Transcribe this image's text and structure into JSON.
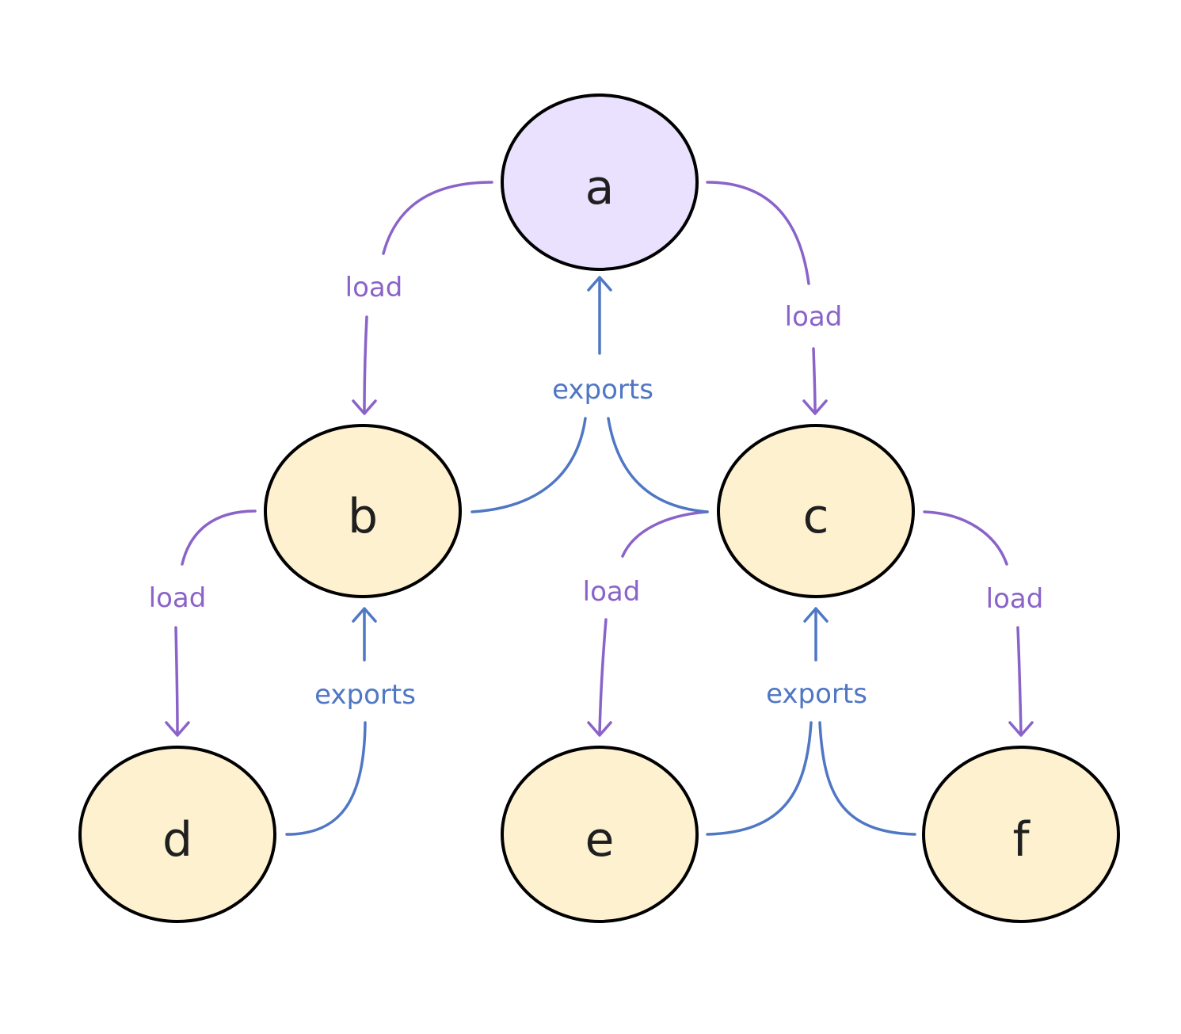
{
  "colors": {
    "load_edge": "#8a63c9",
    "exports_edge": "#4f77c4",
    "root_fill": "#e9e1fd",
    "child_fill": "#fdf1cf",
    "node_stroke": "#000000"
  },
  "nodes": [
    {
      "id": "a",
      "label": "a",
      "role": "root"
    },
    {
      "id": "b",
      "label": "b",
      "role": "child"
    },
    {
      "id": "c",
      "label": "c",
      "role": "child"
    },
    {
      "id": "d",
      "label": "d",
      "role": "child"
    },
    {
      "id": "e",
      "label": "e",
      "role": "child"
    },
    {
      "id": "f",
      "label": "f",
      "role": "child"
    }
  ],
  "edges": [
    {
      "id": "a-b-load",
      "from": "a",
      "to": "b",
      "kind": "load",
      "label": "load"
    },
    {
      "id": "a-c-load",
      "from": "a",
      "to": "c",
      "kind": "load",
      "label": "load"
    },
    {
      "id": "b-d-load",
      "from": "b",
      "to": "d",
      "kind": "load",
      "label": "load"
    },
    {
      "id": "c-e-load",
      "from": "c",
      "to": "e",
      "kind": "load",
      "label": "load"
    },
    {
      "id": "c-f-load",
      "from": "c",
      "to": "f",
      "kind": "load",
      "label": "load"
    },
    {
      "id": "bc-a-exports",
      "from": [
        "b",
        "c"
      ],
      "to": "a",
      "kind": "exports",
      "label": "exports"
    },
    {
      "id": "d-b-exports",
      "from": "d",
      "to": "b",
      "kind": "exports",
      "label": "exports"
    },
    {
      "id": "ef-c-exports",
      "from": [
        "e",
        "f"
      ],
      "to": "c",
      "kind": "exports",
      "label": "exports"
    }
  ]
}
